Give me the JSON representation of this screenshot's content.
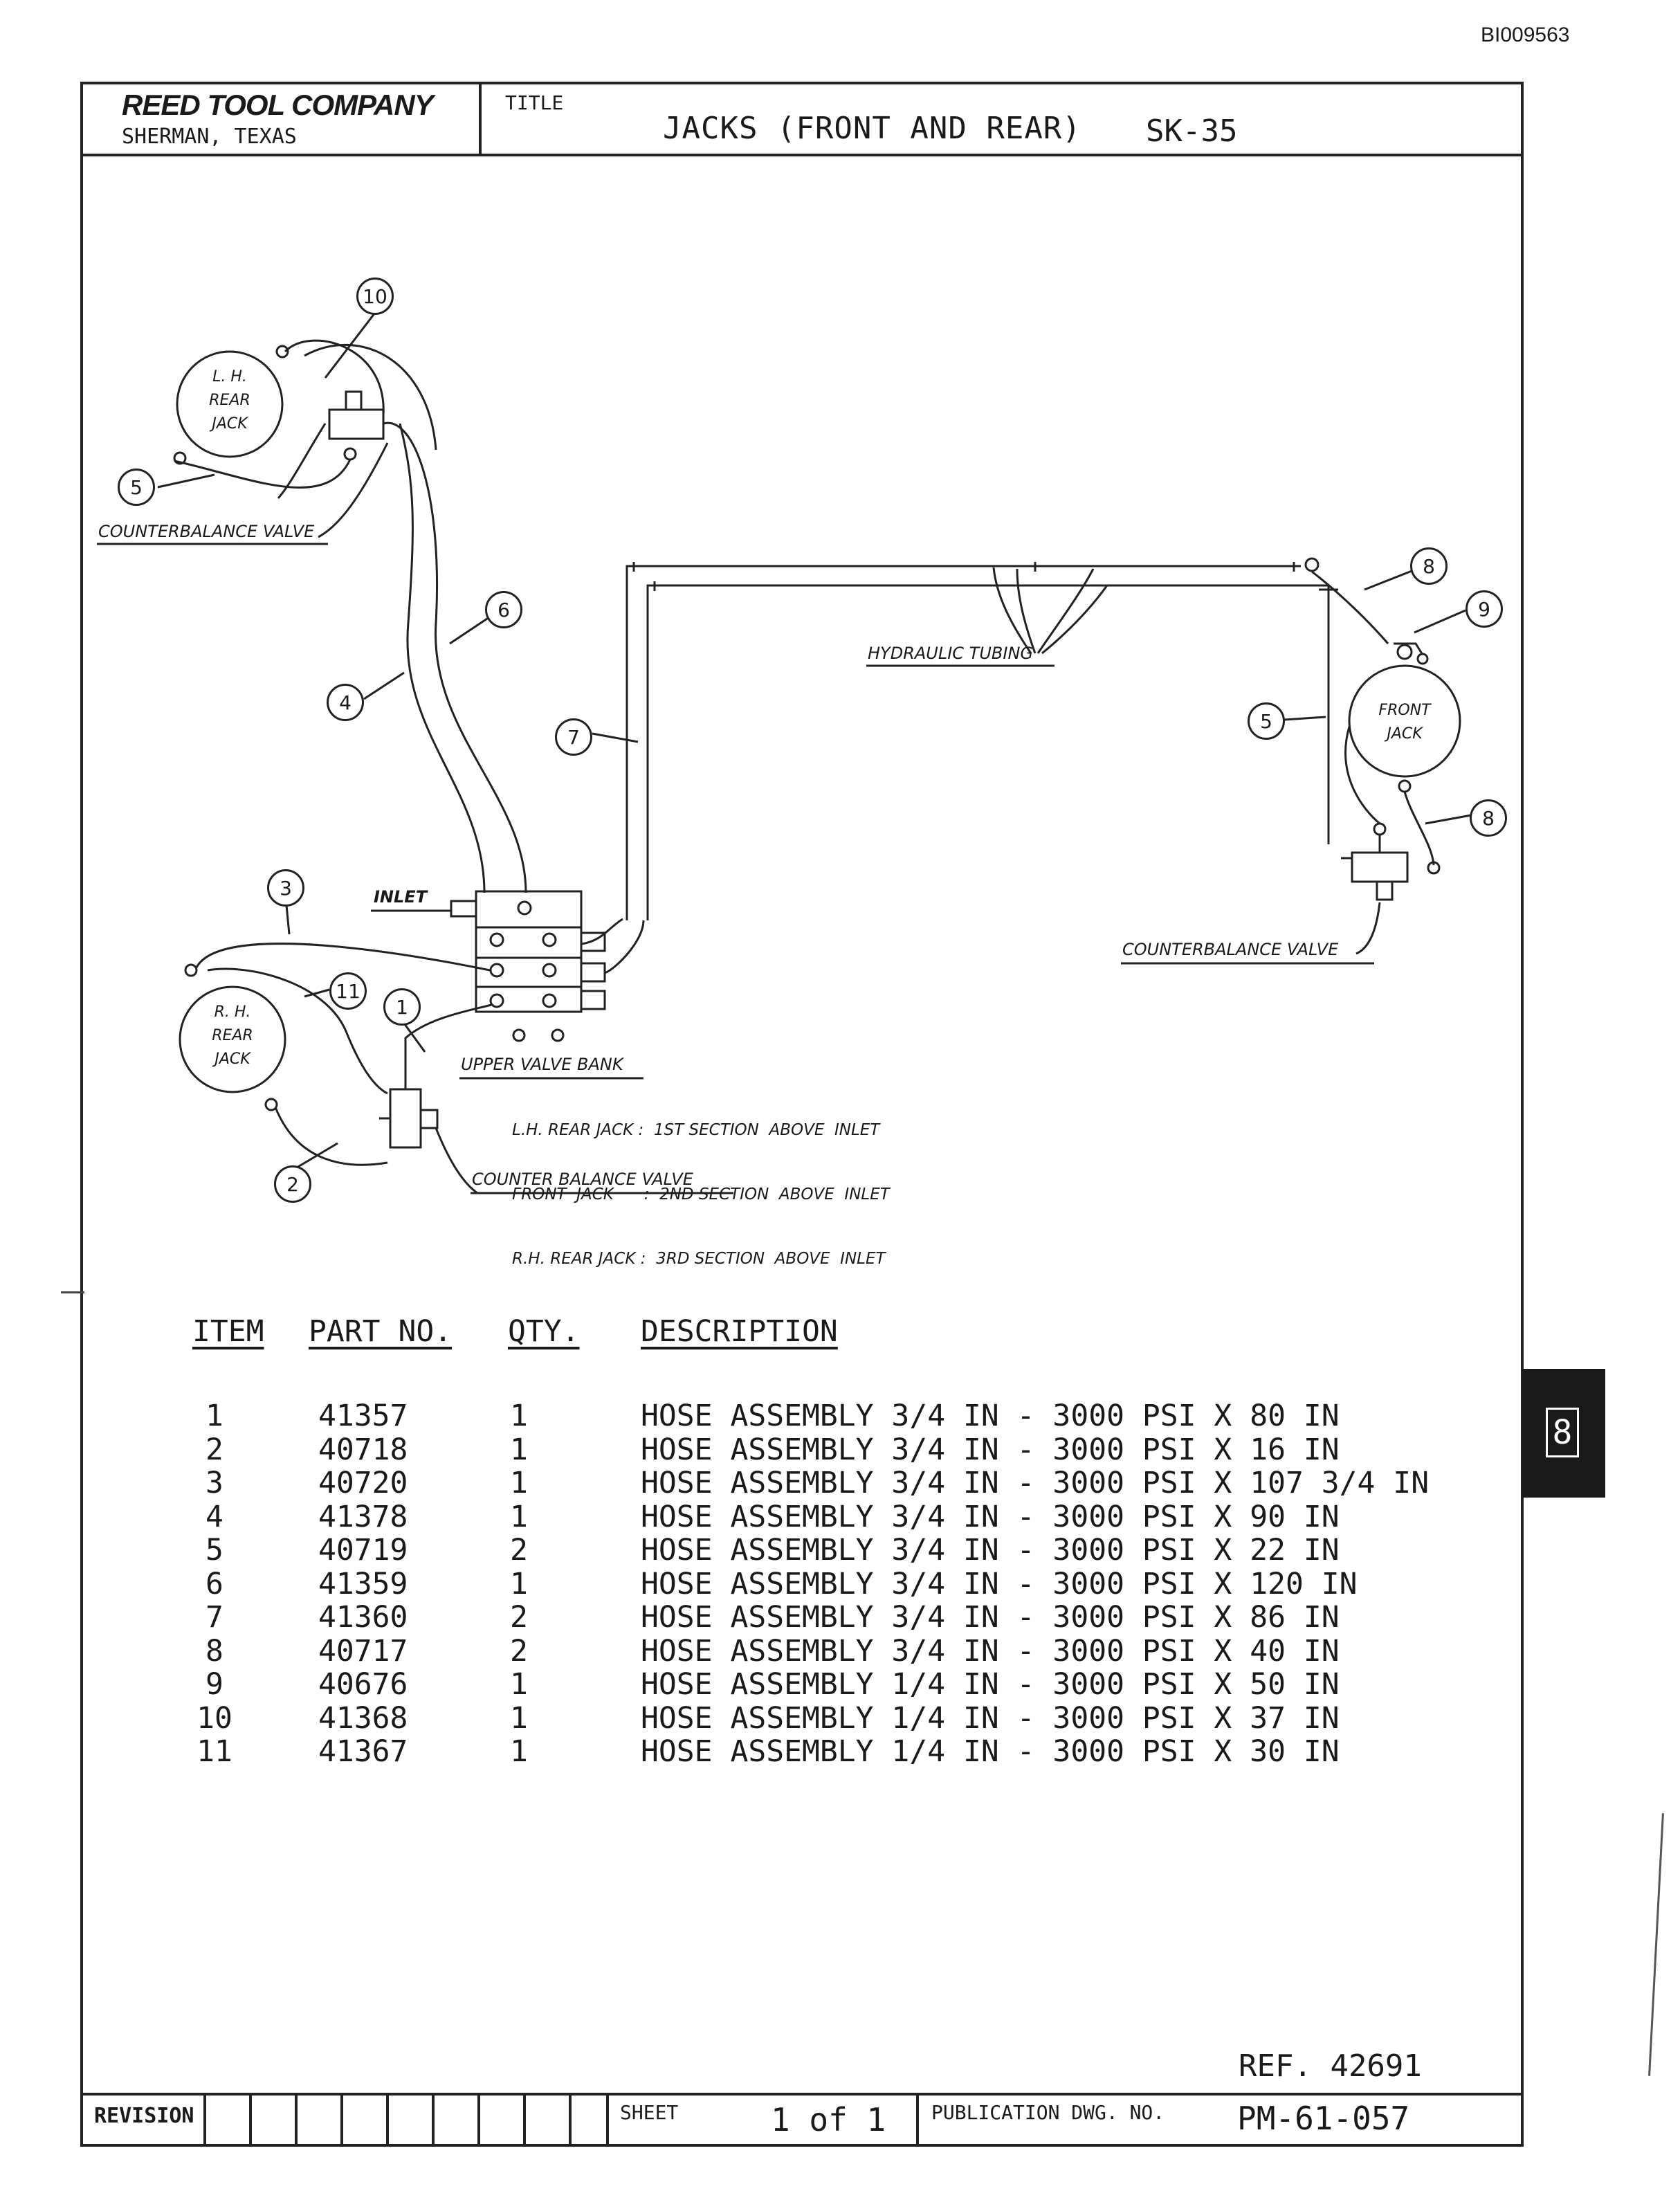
{
  "doc_id": "BI009563",
  "header": {
    "company": "REED TOOL COMPANY",
    "city": "SHERMAN, TEXAS",
    "title_label": "TITLE",
    "title": "JACKS (FRONT AND REAR)",
    "sheet_code": "SK-35"
  },
  "diagram": {
    "lh_rear_jack": [
      "L. H.",
      "REAR",
      "JACK"
    ],
    "rh_rear_jack": [
      "R. H.",
      "REAR",
      "JACK"
    ],
    "front_jack": [
      "FRONT",
      "JACK"
    ],
    "counterbalance_top": "COUNTERBALANCE  VALVE",
    "counterbalance_right": "COUNTERBALANCE  VALVE",
    "counterbalance_bottom": "COUNTER BALANCE  VALVE",
    "hydraulic_tubing": "HYDRAULIC  TUBING",
    "inlet": "INLET",
    "upper_valve_bank": "UPPER  VALVE  BANK",
    "bank_notes": [
      "L.H. REAR JACK :  1ST SECTION  ABOVE  INLET",
      "FRONT  JACK      :  2ND SECTION  ABOVE  INLET",
      "R.H. REAR JACK :  3RD SECTION  ABOVE  INLET"
    ],
    "callouts": {
      "c10": "10",
      "c5a": "5",
      "c6": "6",
      "c4": "4",
      "c7": "7",
      "c8a": "8",
      "c9": "9",
      "c5b": "5",
      "c8b": "8",
      "c3": "3",
      "c11": "11",
      "c1": "1",
      "c2": "2"
    }
  },
  "parts": {
    "headers": {
      "item": "ITEM",
      "part_no": "PART NO.",
      "qty": "QTY.",
      "description": "DESCRIPTION"
    },
    "rows": [
      {
        "item": "1",
        "part_no": "41357",
        "qty": "1",
        "description": "HOSE ASSEMBLY 3/4 IN - 3000 PSI X 80 IN"
      },
      {
        "item": "2",
        "part_no": "40718",
        "qty": "1",
        "description": "HOSE ASSEMBLY 3/4 IN - 3000 PSI X 16 IN"
      },
      {
        "item": "3",
        "part_no": "40720",
        "qty": "1",
        "description": "HOSE ASSEMBLY 3/4 IN - 3000 PSI X 107 3/4 IN"
      },
      {
        "item": "4",
        "part_no": "41378",
        "qty": "1",
        "description": "HOSE ASSEMBLY 3/4 IN - 3000 PSI X 90 IN"
      },
      {
        "item": "5",
        "part_no": "40719",
        "qty": "2",
        "description": "HOSE ASSEMBLY 3/4 IN - 3000 PSI X 22 IN"
      },
      {
        "item": "6",
        "part_no": "41359",
        "qty": "1",
        "description": "HOSE ASSEMBLY 3/4 IN - 3000 PSI X 120 IN"
      },
      {
        "item": "7",
        "part_no": "41360",
        "qty": "2",
        "description": "HOSE ASSEMBLY 3/4 IN - 3000 PSI X 86 IN"
      },
      {
        "item": "8",
        "part_no": "40717",
        "qty": "2",
        "description": "HOSE ASSEMBLY 3/4 IN - 3000 PSI X 40 IN"
      },
      {
        "item": "9",
        "part_no": "40676",
        "qty": "1",
        "description": "HOSE ASSEMBLY 1/4 IN - 3000 PSI X 50 IN"
      },
      {
        "item": "10",
        "part_no": "41368",
        "qty": "1",
        "description": "HOSE ASSEMBLY 1/4 IN - 3000 PSI X 37 IN"
      },
      {
        "item": "11",
        "part_no": "41367",
        "qty": "1",
        "description": "HOSE ASSEMBLY 1/4 IN - 3000 PSI X 30 IN"
      }
    ]
  },
  "section_tab": "8",
  "ref": "REF. 42691",
  "footer": {
    "revision_label": "REVISION",
    "sheet_label": "SHEET",
    "sheet_value": "1 of 1",
    "publication_label": "PUBLICATION DWG. NO.",
    "publication_value": "PM-61-057"
  }
}
